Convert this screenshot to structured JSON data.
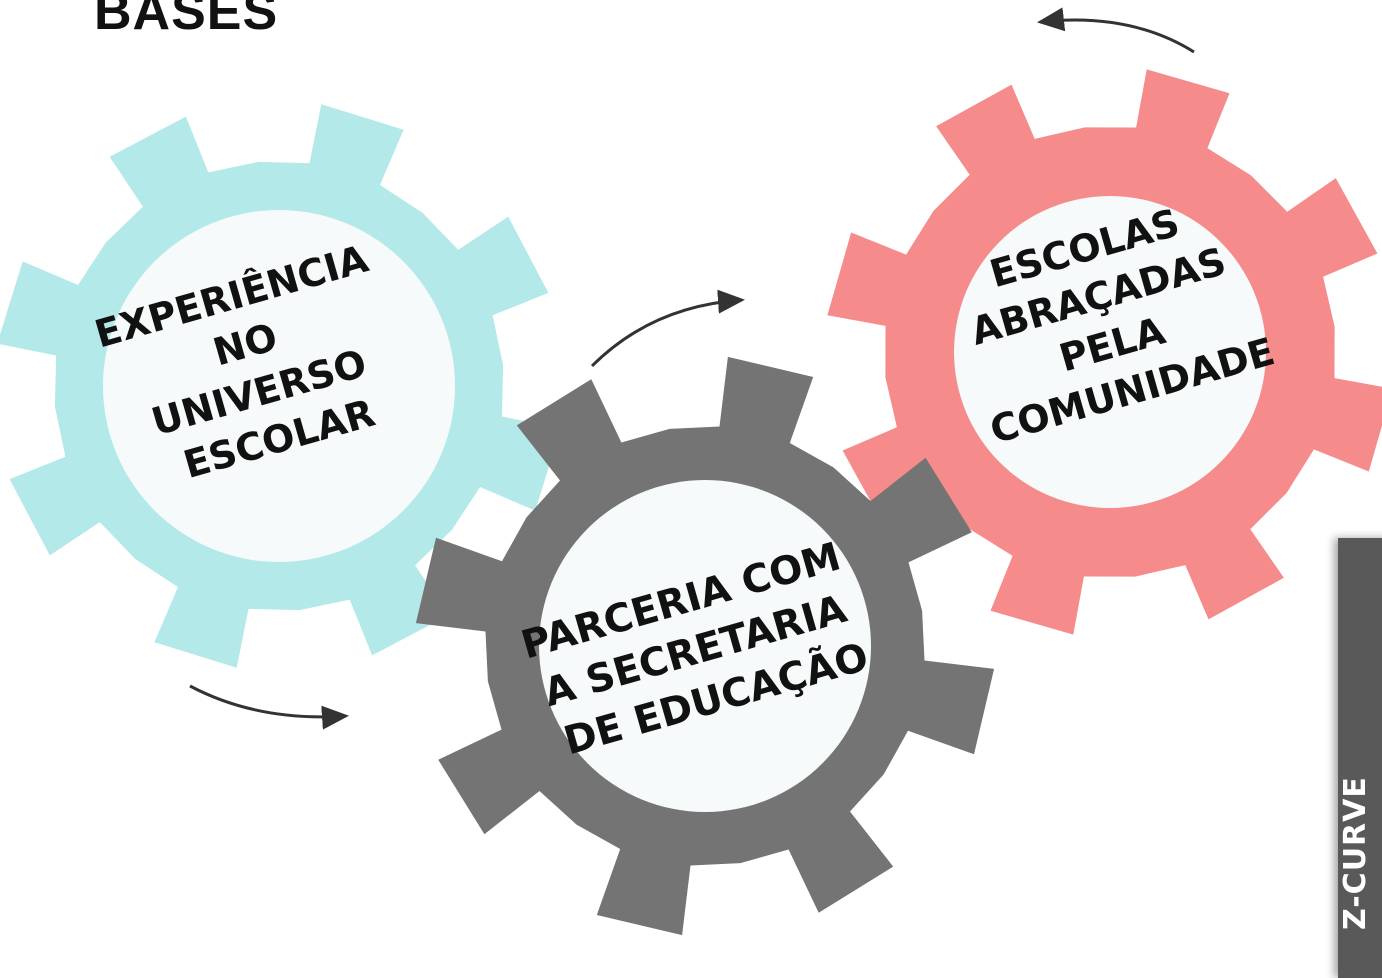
{
  "title": "BASES",
  "side_tab": {
    "label": "Z-CURVE"
  },
  "colors": {
    "gear_teal": "#b4e9e9",
    "gear_gray": "#747474",
    "gear_red": "#f58b8b",
    "center_fill": "#f6fafa",
    "arrow": "#333333",
    "side_tab": "#595959"
  },
  "gears": [
    {
      "id": "experiencia",
      "color": "gear_teal",
      "lines": [
        "EXPERIÊNCIA",
        "NO",
        "UNIVERSO",
        "ESCOLAR"
      ]
    },
    {
      "id": "parceria",
      "color": "gear_gray",
      "lines": [
        "PARCERIA COM",
        "A SECRETARIA",
        "DE EDUCAÇÃO"
      ]
    },
    {
      "id": "escolas",
      "color": "gear_red",
      "lines": [
        "ESCOLAS",
        "ABRAÇADAS",
        "PELA",
        "COMUNIDADE"
      ]
    }
  ]
}
